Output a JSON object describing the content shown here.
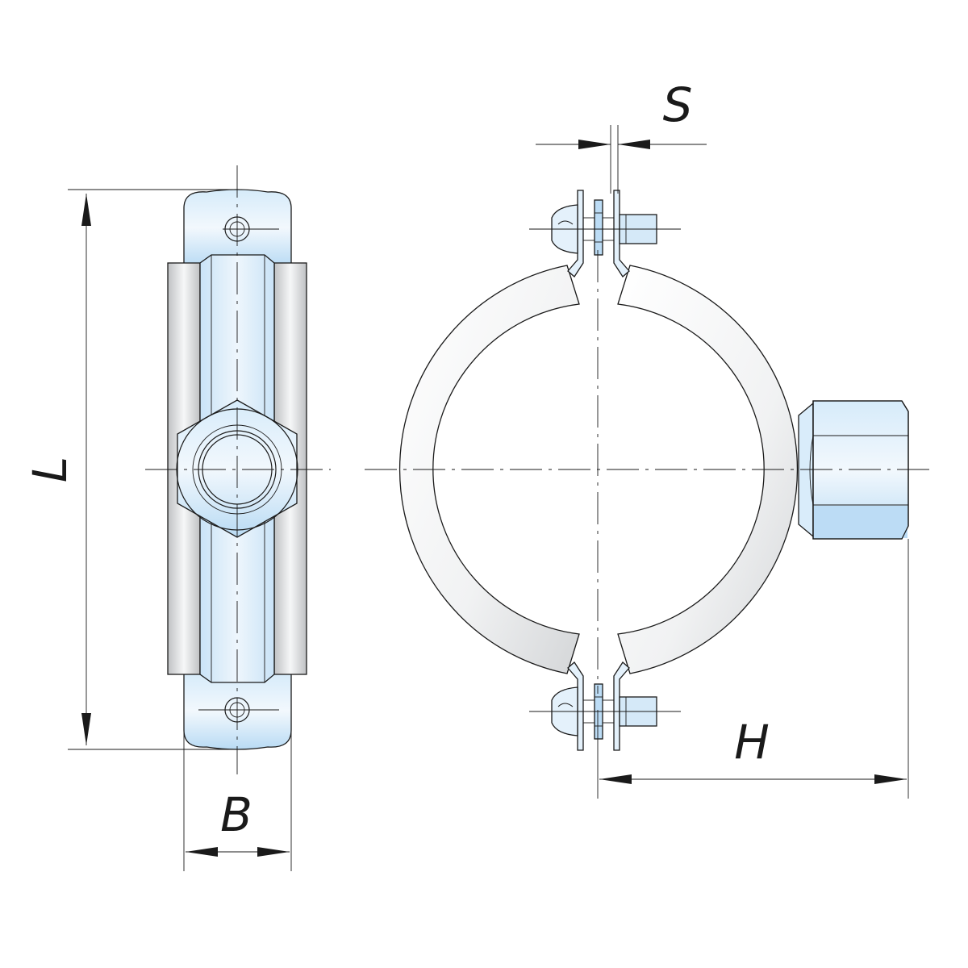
{
  "dimensions": {
    "length": "L",
    "width": "B",
    "gap": "S",
    "height": "H"
  },
  "colors": {
    "steel_light": "#f2f3f4",
    "steel_mid": "#c8cacc",
    "zinc_light": "#e4f1fb",
    "zinc_mid": "#bcdcf5",
    "hole_blue": "#7fbce9",
    "line": "#1a1a1a"
  }
}
